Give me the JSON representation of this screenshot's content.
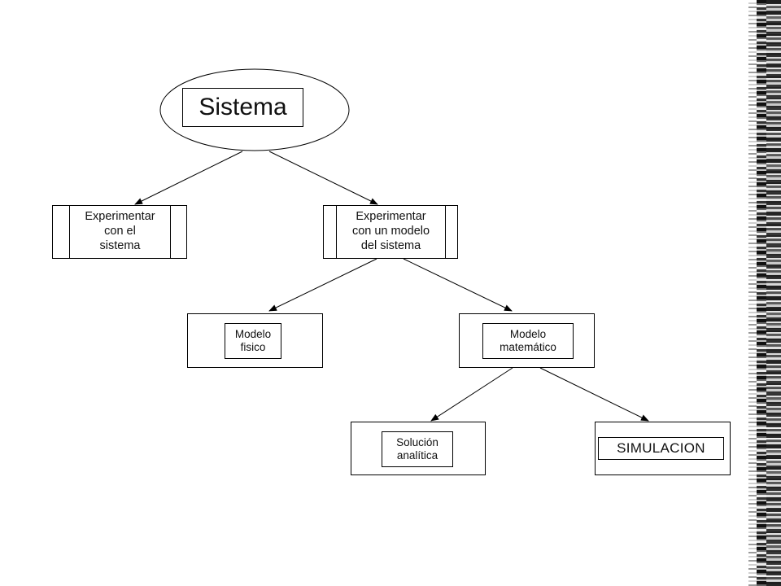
{
  "diagram": {
    "root": {
      "label": "Sistema"
    },
    "level1": [
      {
        "id": "experimentar-sistema",
        "label": "Experimentar\ncon el\nsistema"
      },
      {
        "id": "experimentar-modelo",
        "label": "Experimentar\ncon un modelo\ndel sistema"
      }
    ],
    "level2": [
      {
        "id": "modelo-fisico",
        "label": "Modelo\nfisico"
      },
      {
        "id": "modelo-matematico",
        "label": "Modelo\nmatemático"
      }
    ],
    "level3": [
      {
        "id": "solucion-analitica",
        "label": "Solución\nanalítica"
      },
      {
        "id": "simulacion",
        "label": "SIMULACION"
      }
    ],
    "edges": [
      [
        "Sistema",
        "Experimentar con el sistema"
      ],
      [
        "Sistema",
        "Experimentar con un modelo del sistema"
      ],
      [
        "Experimentar con un modelo del sistema",
        "Modelo fisico"
      ],
      [
        "Experimentar con un modelo del sistema",
        "Modelo matemático"
      ],
      [
        "Modelo matemático",
        "Solución analítica"
      ],
      [
        "Modelo matemático",
        "SIMULACION"
      ]
    ]
  }
}
